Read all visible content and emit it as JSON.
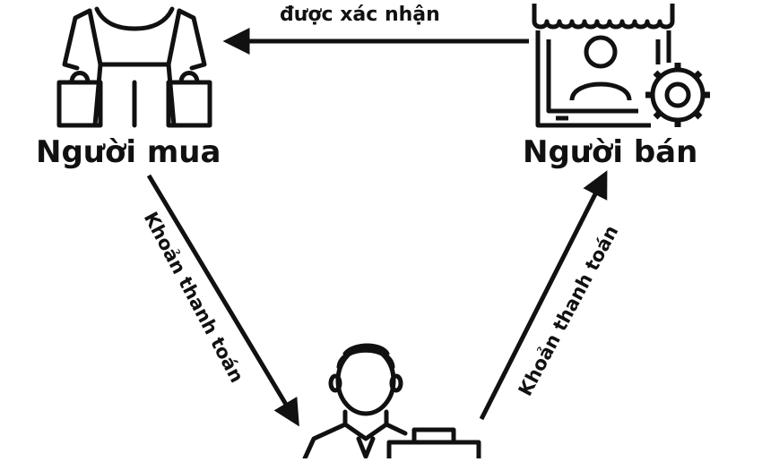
{
  "nodes": {
    "buyer": {
      "label": "Người mua",
      "icon": "shopper-with-bags-icon"
    },
    "seller": {
      "label": "Người bán",
      "icon": "storefront-seller-icon"
    },
    "intermediary": {
      "icon": "businessman-with-briefcase-icon"
    }
  },
  "edges": {
    "seller_to_buyer": {
      "label": "được xác nhận"
    },
    "buyer_to_intermediary": {
      "label": "Khoản thanh toán"
    },
    "intermediary_to_seller": {
      "label": "Khoản thanh toán"
    }
  },
  "colors": {
    "ink": "#111111",
    "background": "#ffffff"
  }
}
